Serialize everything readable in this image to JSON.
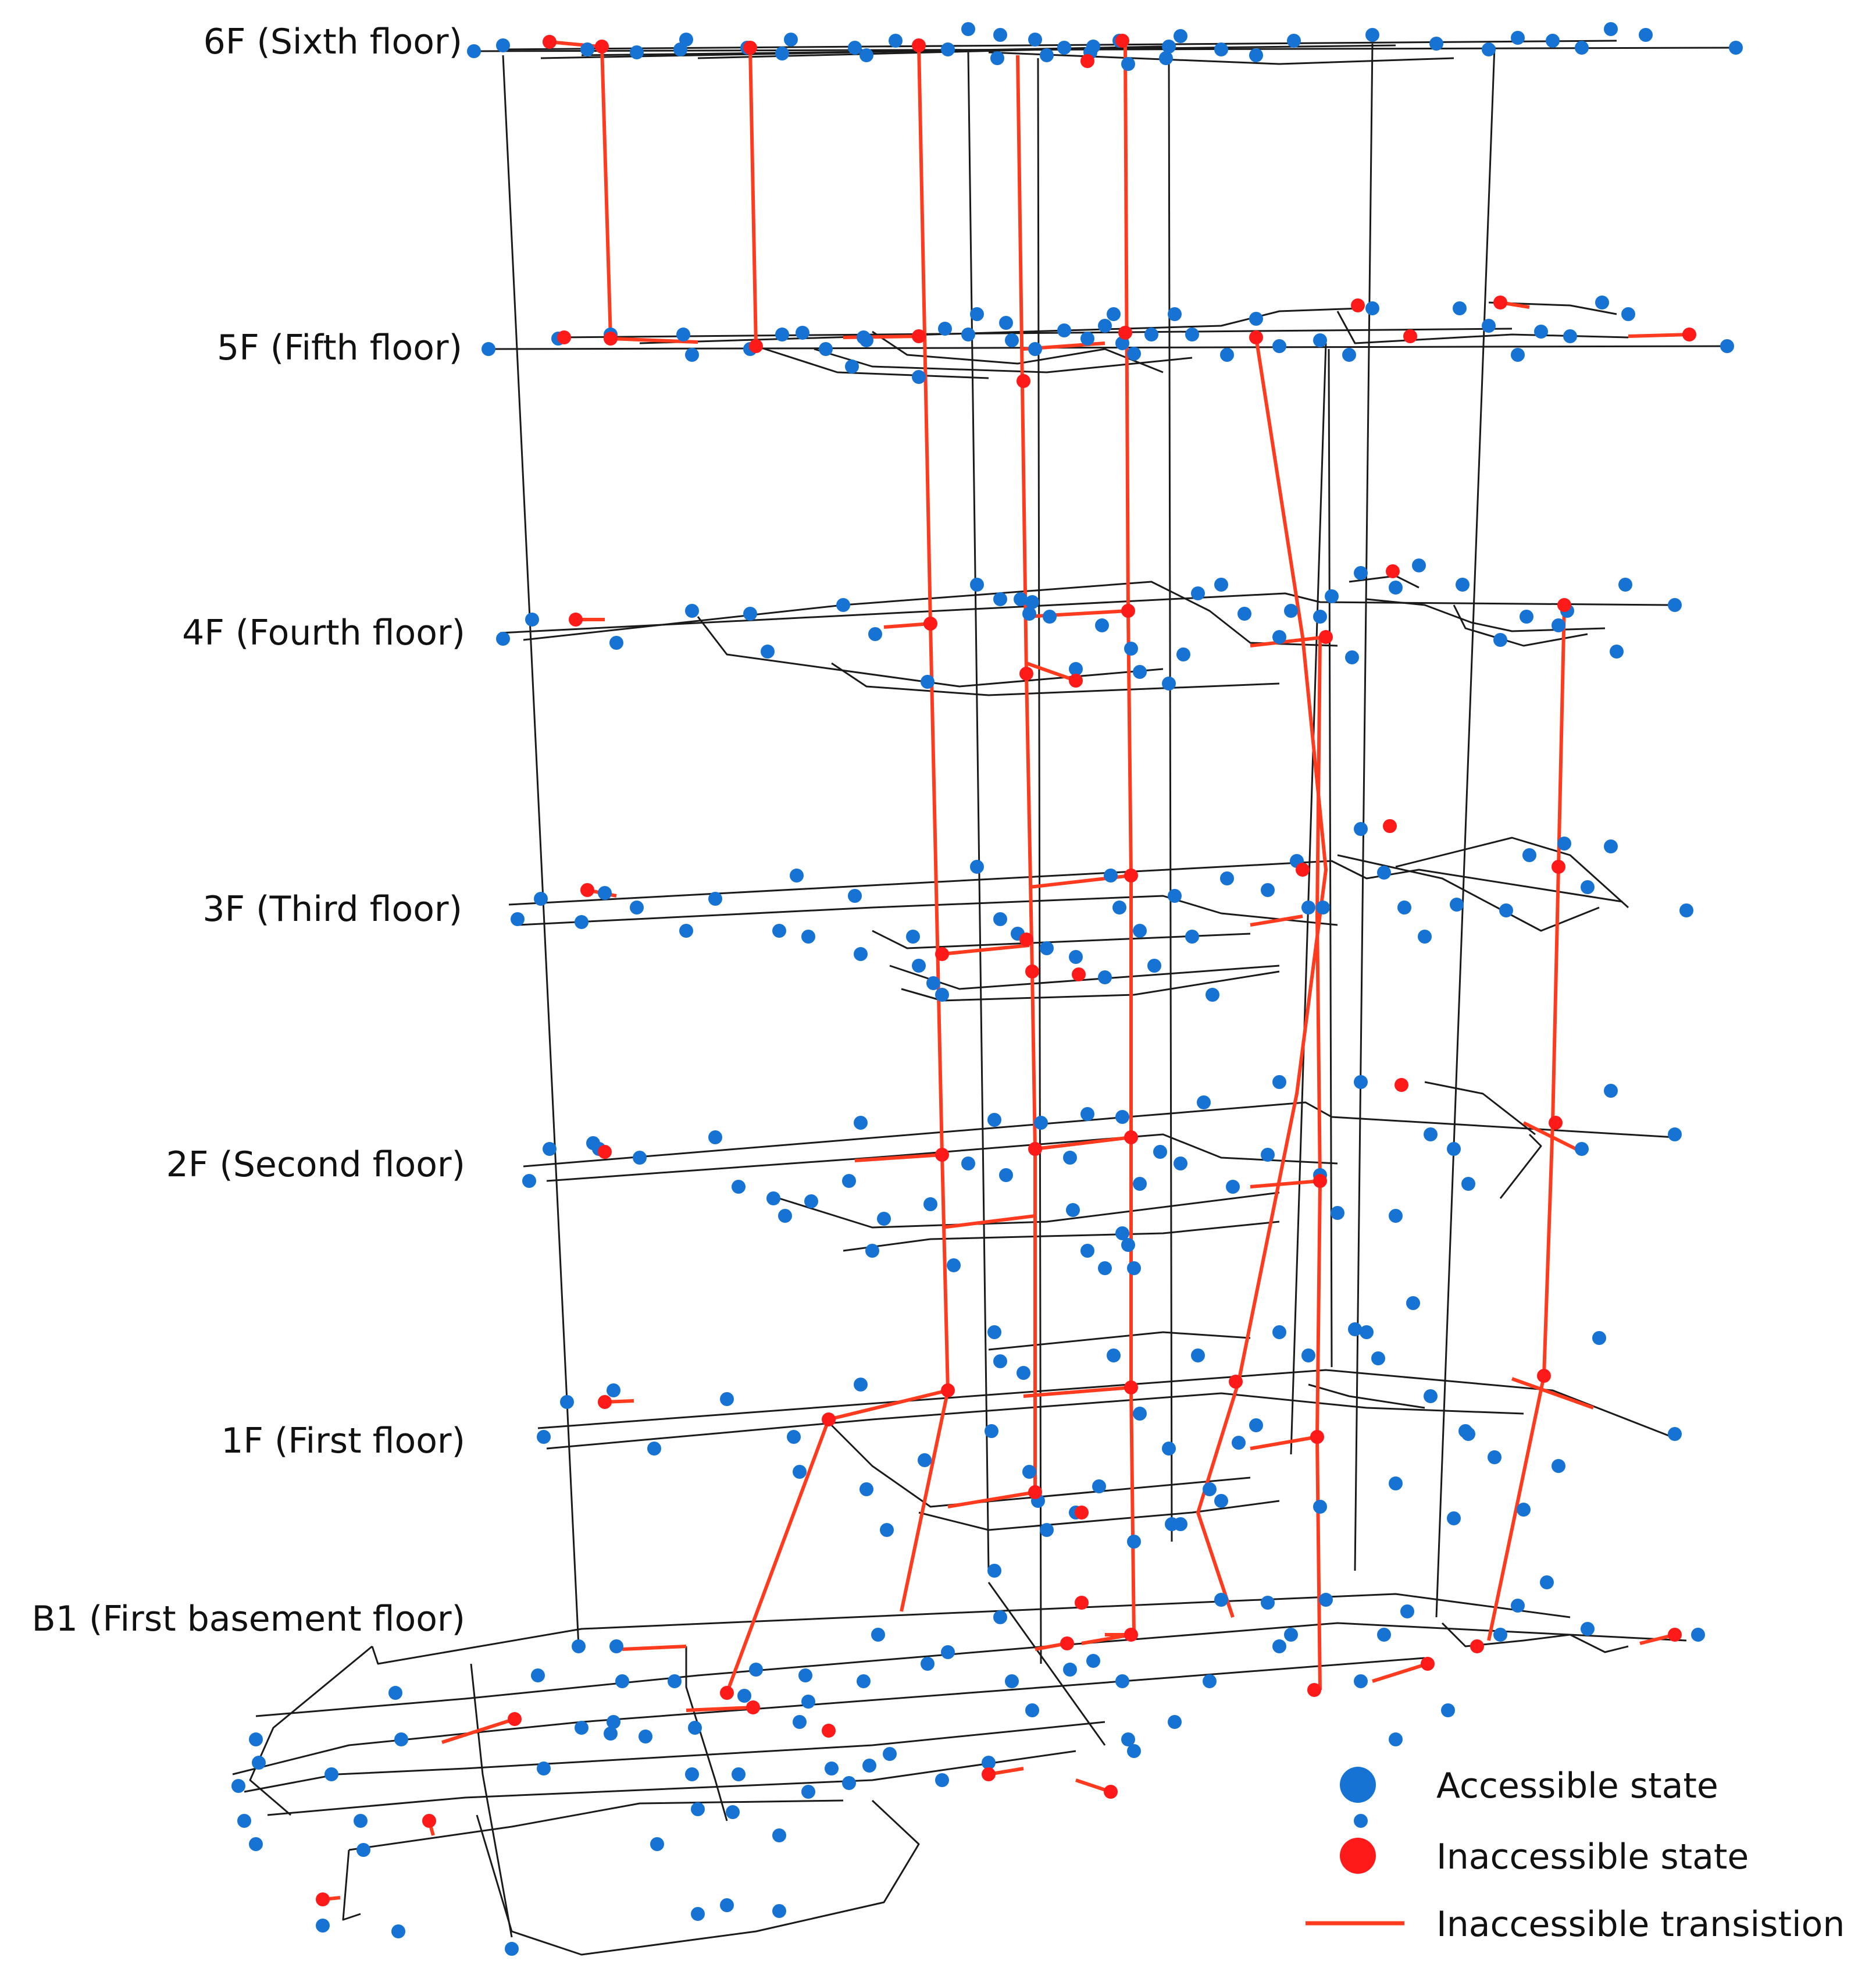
{
  "colors": {
    "background": "#ffffff",
    "network_edge": "#1a1a1a",
    "accessible_node": "#1673d4",
    "inaccessible_node": "#ff1a1a",
    "inaccessible_edge": "#ff3b1f"
  },
  "floors": [
    {
      "id": "6F",
      "label": "6F (Sixth floor)"
    },
    {
      "id": "5F",
      "label": "5F (Fifth floor)"
    },
    {
      "id": "4F",
      "label": "4F (Fourth floor)"
    },
    {
      "id": "3F",
      "label": "3F (Third floor)"
    },
    {
      "id": "2F",
      "label": "2F (Second floor)"
    },
    {
      "id": "1F",
      "label": "1F (First floor)"
    },
    {
      "id": "B1",
      "label": "B1 (First basement floor)"
    }
  ],
  "legend": {
    "items": [
      {
        "symbol": "dot",
        "color_key": "accessible_node",
        "label": "Accessible state"
      },
      {
        "symbol": "dot",
        "color_key": "inaccessible_node",
        "label": "Inaccessible state"
      },
      {
        "symbol": "line",
        "color_key": "inaccessible_edge",
        "label": "Inaccessible transistion"
      }
    ]
  }
}
